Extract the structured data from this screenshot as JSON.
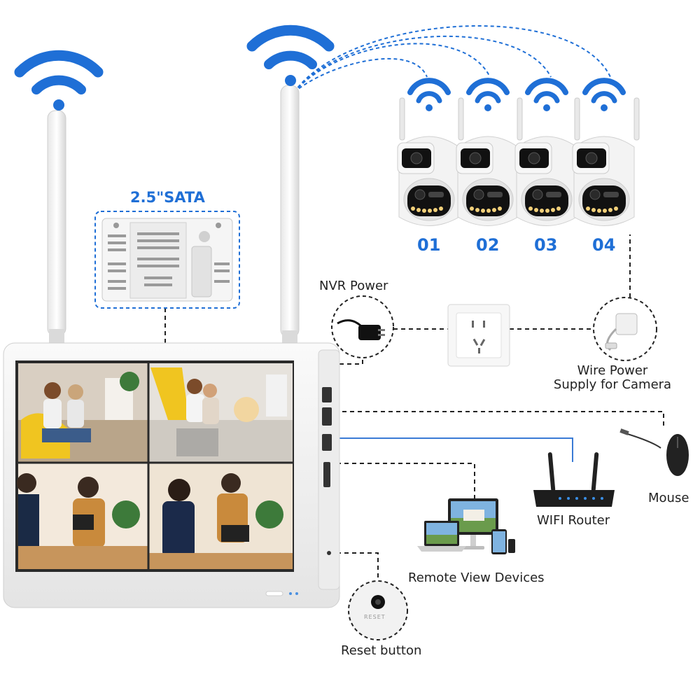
{
  "labels": {
    "sata": "2.5\"SATA",
    "nvr_power": "NVR Power",
    "wire_power_line1": "Wire Power",
    "wire_power_line2": "Supply for Camera",
    "mouse": "Mouse",
    "wifi_router": "WIFI Router",
    "remote_view": "Remote View Devices",
    "reset_button": "Reset button",
    "reset_text": "RESET"
  },
  "cameras": [
    {
      "number": "01"
    },
    {
      "number": "02"
    },
    {
      "number": "03"
    },
    {
      "number": "04"
    }
  ],
  "colors": {
    "wifi_blue": "#1f6fd6",
    "router_line": "#3a7bd5",
    "dash": "#222222",
    "device_white": "#f2f2f2"
  }
}
